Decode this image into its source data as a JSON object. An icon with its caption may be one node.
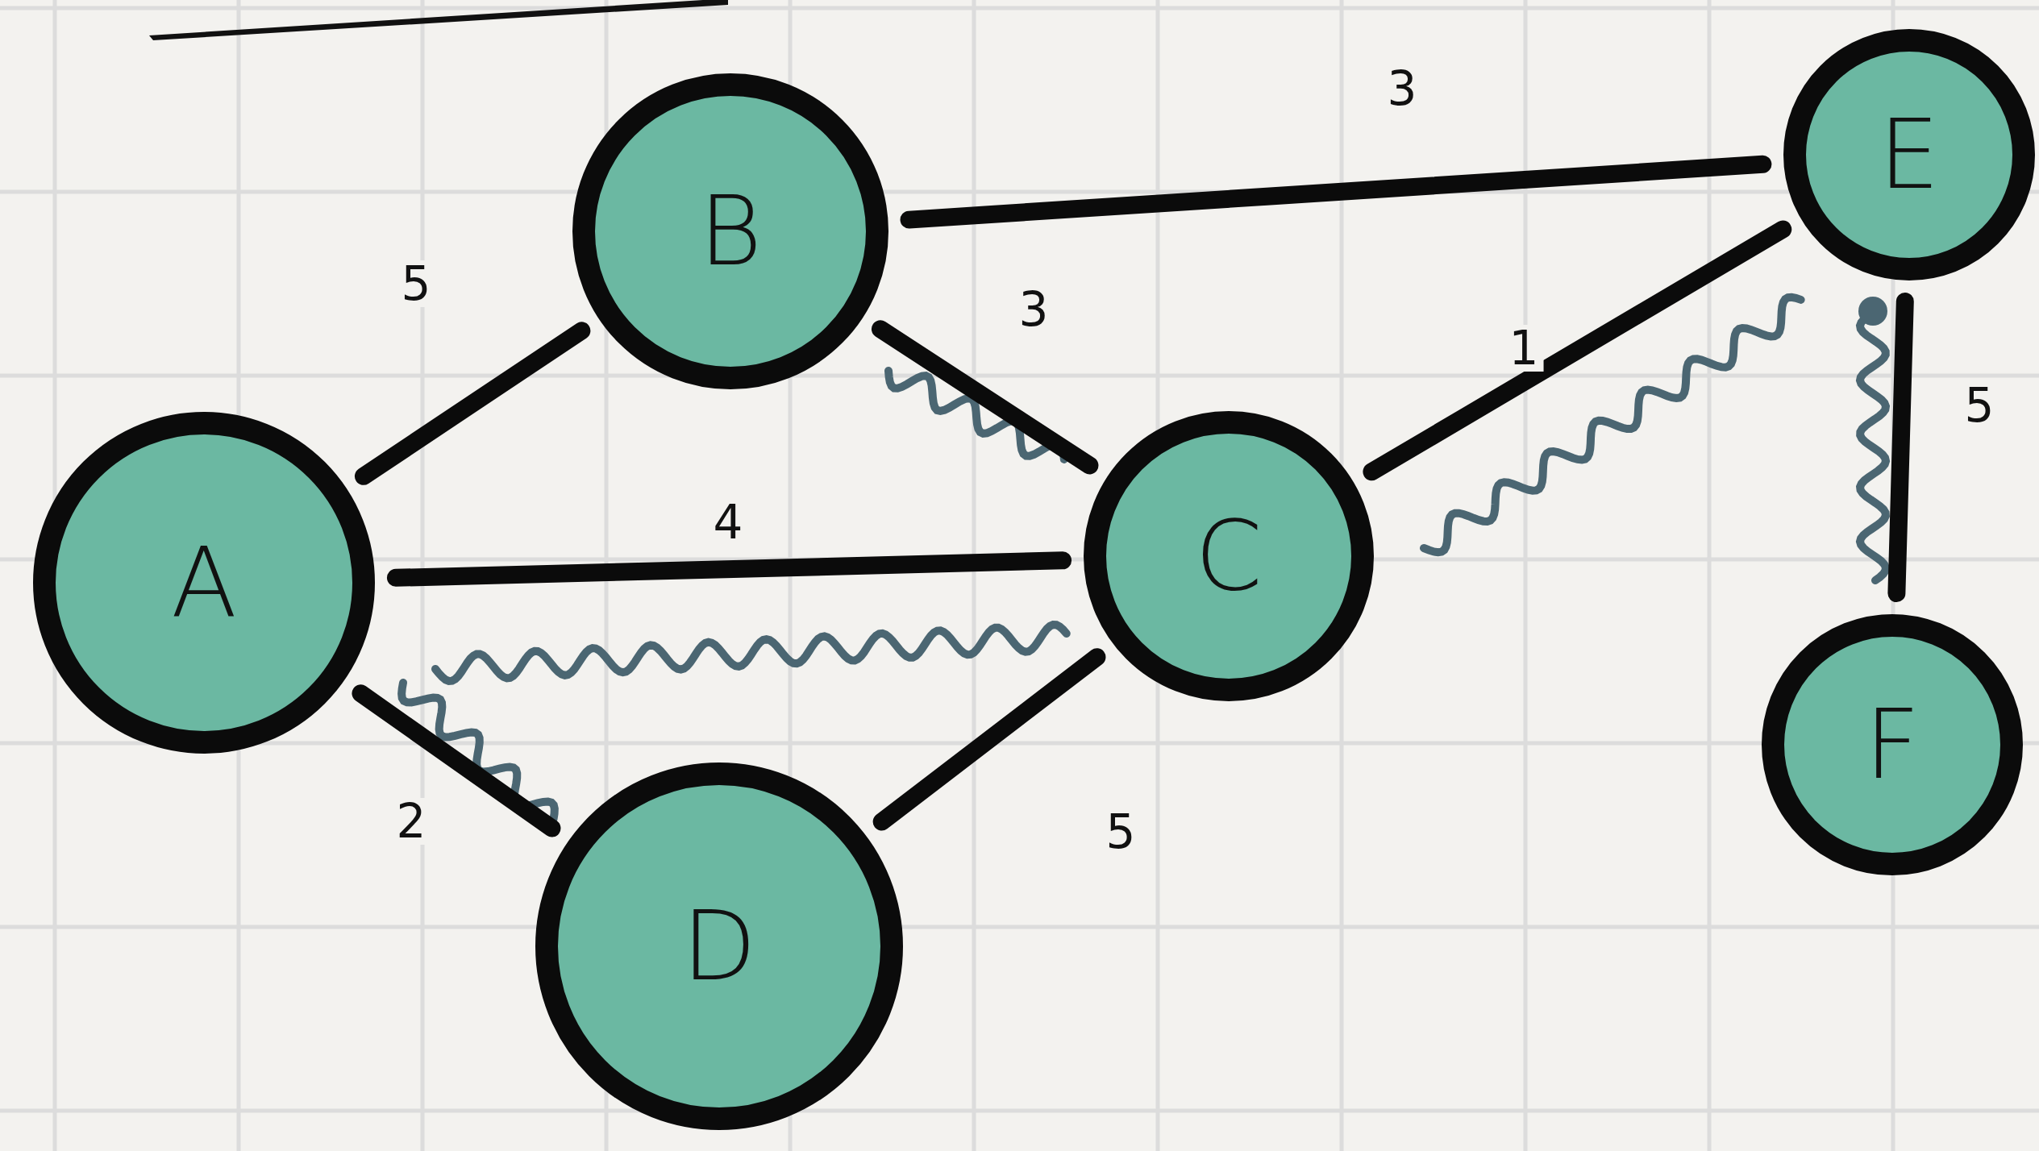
{
  "diagram": {
    "nodes": [
      {
        "text": [
          "A"
        ]
      },
      {
        "text": [
          "B"
        ]
      },
      {
        "text": [
          "C"
        ]
      },
      {
        "text": [
          "D"
        ]
      },
      {
        "text": [
          "E"
        ]
      },
      {
        "text": [
          "F"
        ]
      }
    ],
    "edges": [
      {
        "from": 0,
        "to": 1,
        "arrow": "none",
        "label": "5"
      },
      {
        "from": 1,
        "to": 4,
        "arrow": "none",
        "label": "3"
      },
      {
        "from": 1,
        "to": 2,
        "arrow": "none",
        "label": "3"
      },
      {
        "from": 0,
        "to": 2,
        "arrow": "none",
        "label": "4"
      },
      {
        "from": 0,
        "to": 3,
        "arrow": "none",
        "label": "2"
      },
      {
        "from": 3,
        "to": 2,
        "arrow": "none",
        "label": "5"
      },
      {
        "from": 2,
        "to": 4,
        "arrow": "none",
        "label": "1"
      },
      {
        "from": 4,
        "to": 5,
        "arrow": "none",
        "label": "5"
      }
    ]
  }
}
